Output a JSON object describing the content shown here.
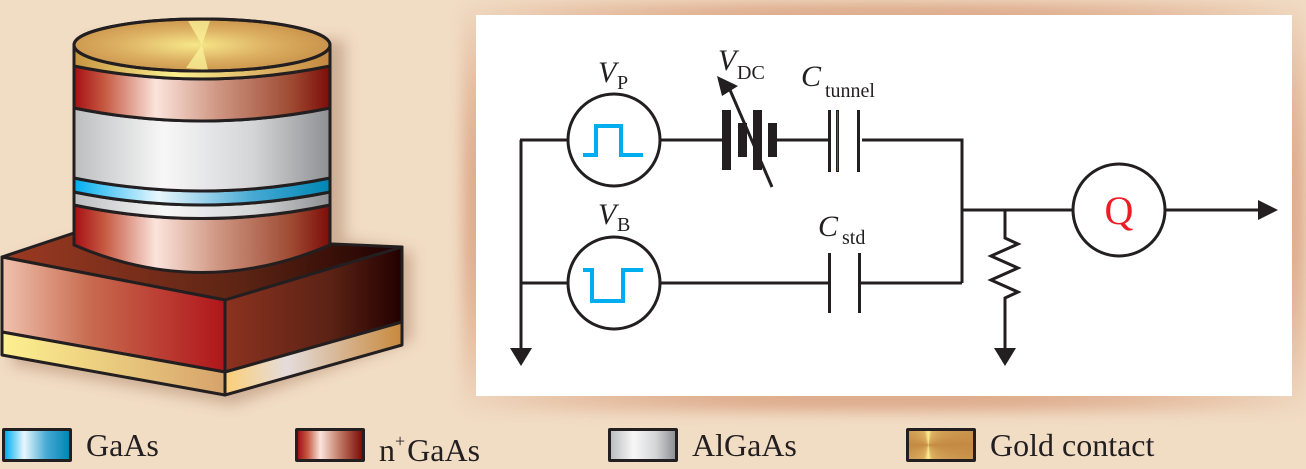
{
  "figure": {
    "type": "device schematic and measurement circuit",
    "device": {
      "name": "layered pillar on substrate",
      "layers_top_to_bottom": [
        "Gold contact",
        "n+ GaAs",
        "AlGaAs",
        "GaAs",
        "AlGaAs",
        "n+ GaAs",
        "n+ GaAs substrate",
        "Gold contact"
      ]
    },
    "circuit": {
      "components": [
        {
          "id": "vp",
          "symbol": "V",
          "subscript": "P",
          "kind": "pulse source (positive pulse)"
        },
        {
          "id": "vb",
          "symbol": "V",
          "subscript": "B",
          "kind": "pulse source (negative pulse)"
        },
        {
          "id": "vdc",
          "symbol": "V",
          "subscript": "DC",
          "kind": "variable DC battery"
        },
        {
          "id": "ctunnel",
          "symbol": "C",
          "subscript": "tunnel",
          "kind": "tunnel capacitor"
        },
        {
          "id": "cstd",
          "symbol": "C",
          "subscript": "std",
          "kind": "standard capacitor"
        },
        {
          "id": "q",
          "symbol": "Q",
          "kind": "charge detector"
        }
      ],
      "labels": {
        "vp_main": "V",
        "vp_sub": "P",
        "vb_main": "V",
        "vb_sub": "B",
        "vdc_main": "V",
        "vdc_sub": "DC",
        "ctunnel_main": "C",
        "ctunnel_sub": "tunnel",
        "cstd_main": "C",
        "cstd_sub": "std",
        "q": "Q"
      }
    }
  },
  "legend": [
    {
      "label": "GaAs",
      "sup": "",
      "material": "gaas"
    },
    {
      "label": "GaAs",
      "sup": "+",
      "prefix": "n",
      "material": "nplus"
    },
    {
      "label": "AlGaAs",
      "sup": "",
      "material": "algaas"
    },
    {
      "label": "Gold contact",
      "sup": "",
      "material": "gold"
    }
  ],
  "colors": {
    "background": "#f1dcc4",
    "panel": "#ffffff",
    "panel_frame": "#dca786",
    "wire": "#231f20",
    "pulse": "#00aeef",
    "q_label": "#ed1c24",
    "tunnel_plate_accent": "#ed1c24"
  }
}
